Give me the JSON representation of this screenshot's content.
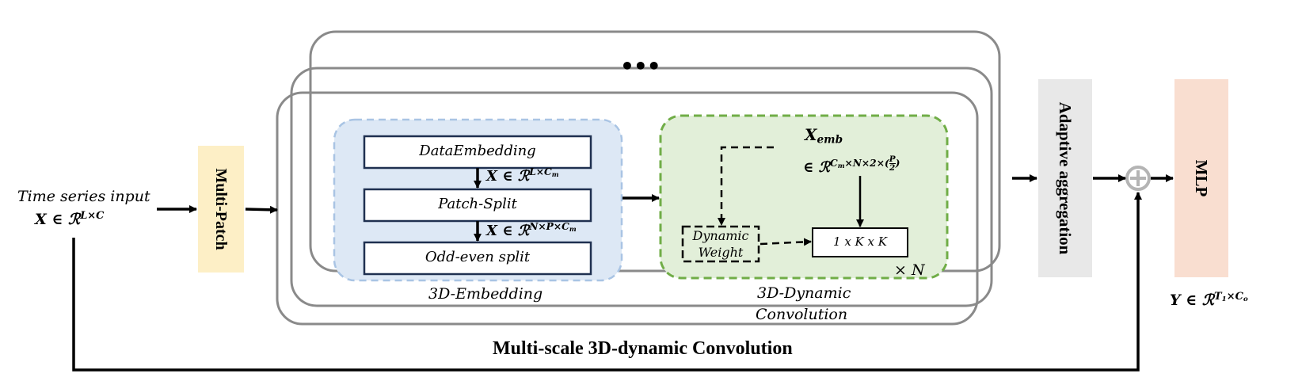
{
  "input": {
    "label": "Time series input",
    "math_main": "X ∈ ℛ",
    "math_sup": "L×C"
  },
  "multi_patch": {
    "label": "Multi-Patch"
  },
  "ellipsis": "•••",
  "embedding": {
    "data_embedding": "DataEmbedding",
    "patch_split": "Patch-Split",
    "odd_even_split": "Odd-even split",
    "arrow1_main": "X ∈ ℛ",
    "arrow1_sup": "L×C",
    "arrow1_sup_sub": "m",
    "arrow2_main": "X ∈ ℛ",
    "arrow2_sup": "N×P×C",
    "arrow2_sup_sub": "m",
    "caption": "3D-Embedding"
  },
  "dynamic_conv": {
    "xemb_main": "X",
    "xemb_sub": "emb",
    "xemb_in": "∈ ℛ",
    "xemb_sup": "C",
    "xemb_sup_sub": "m",
    "xemb_sup_rest": "×N×2×(",
    "xemb_frac_num": "P",
    "xemb_frac_den": "2",
    "xemb_sup_close": ")",
    "dynamic_weight": "Dynamic Weight",
    "kernel": "1 x K x K",
    "repeat": "× N",
    "caption_line1": "3D-Dynamic",
    "caption_line2": "Convolution"
  },
  "adaptive_aggregation": {
    "label": "Adaptive aggregation"
  },
  "mlp": {
    "label": "MLP"
  },
  "output": {
    "math_main": "Y ∈ ℛ",
    "math_sup": "T",
    "math_sup_sub": "1",
    "math_sup_rest": "×C",
    "math_sup_sub2": "o"
  },
  "title": "Multi-scale 3D-dynamic Convolution",
  "colors": {
    "scale_frame": "#8a8a8a",
    "embedding_bg": "#dde8f5",
    "embedding_border": "#a9c4e4",
    "embedding_box_border": "#1f3050",
    "dynamic_bg": "#e2efd9",
    "dynamic_border": "#70ad47",
    "multi_patch_bg": "#fdefc6",
    "adaptive_bg": "#e8e8e8",
    "mlp_bg": "#f9ded0",
    "sum_node": "#b4b4b4",
    "arrow": "#000000"
  }
}
